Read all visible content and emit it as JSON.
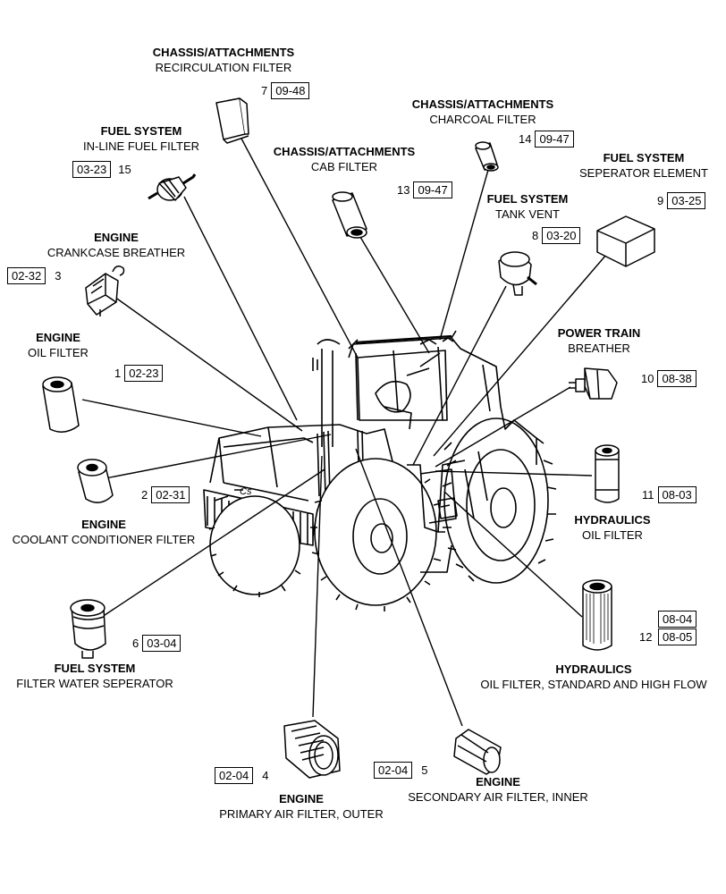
{
  "items": [
    {
      "id": "1",
      "system": "ENGINE",
      "part": "OIL FILTER",
      "num": "1",
      "ref": "02-23"
    },
    {
      "id": "2",
      "system": "ENGINE",
      "part": "COOLANT CONDITIONER FILTER",
      "num": "2",
      "ref": "02-31"
    },
    {
      "id": "3",
      "system": "ENGINE",
      "part": "CRANKCASE BREATHER",
      "num": "3",
      "ref": "02-32"
    },
    {
      "id": "4",
      "system": "ENGINE",
      "part": "PRIMARY AIR FILTER, OUTER",
      "num": "4",
      "ref": "02-04"
    },
    {
      "id": "5",
      "system": "ENGINE",
      "part": "SECONDARY AIR FILTER, INNER",
      "num": "5",
      "ref": "02-04"
    },
    {
      "id": "6",
      "system": "FUEL SYSTEM",
      "part": "FILTER  WATER SEPERATOR",
      "num": "6",
      "ref": "03-04"
    },
    {
      "id": "7",
      "system": "CHASSIS/ATTACHMENTS",
      "part": "RECIRCULATION FILTER",
      "num": "7",
      "ref": "09-48"
    },
    {
      "id": "8",
      "system": "FUEL SYSTEM",
      "part": "TANK VENT",
      "num": "8",
      "ref": "03-20"
    },
    {
      "id": "9",
      "system": "FUEL SYSTEM",
      "part": "SEPERATOR ELEMENT",
      "num": "9",
      "ref": "03-25"
    },
    {
      "id": "10",
      "system": "POWER TRAIN",
      "part": "BREATHER",
      "num": "10",
      "ref": "08-38"
    },
    {
      "id": "11",
      "system": "HYDRAULICS",
      "part": "OIL FILTER",
      "num": "11",
      "ref": "08-03"
    },
    {
      "id": "12",
      "system": "HYDRAULICS",
      "part": "OIL FILTER, STANDARD AND HIGH FLOW",
      "num": "12",
      "ref": "08-04",
      "ref2": "08-05"
    },
    {
      "id": "13",
      "system": "CHASSIS/ATTACHMENTS",
      "part": "CAB FILTER",
      "num": "13",
      "ref": "09-47"
    },
    {
      "id": "14",
      "system": "CHASSIS/ATTACHMENTS",
      "part": "CHARCOAL FILTER",
      "num": "14",
      "ref": "09-47"
    },
    {
      "id": "15",
      "system": "FUEL SYSTEM",
      "part": "IN-LINE FUEL FILTER",
      "num": "15",
      "ref": "03-23"
    }
  ],
  "tractor_text": "Cs"
}
